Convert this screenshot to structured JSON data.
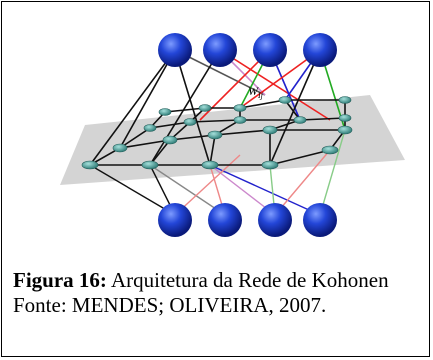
{
  "figure": {
    "weight_label": "W",
    "weight_label_sub": "Ij"
  },
  "caption": {
    "label": "Figura 16:",
    "title": "Arquitetura da Rede de Kohonen",
    "source": "Fonte: MENDES; OLIVEIRA, 2007."
  },
  "colors": {
    "neuron": "#1f3fbf",
    "grid_node": "#4fa6a0",
    "plane": "#cfcfcf"
  }
}
